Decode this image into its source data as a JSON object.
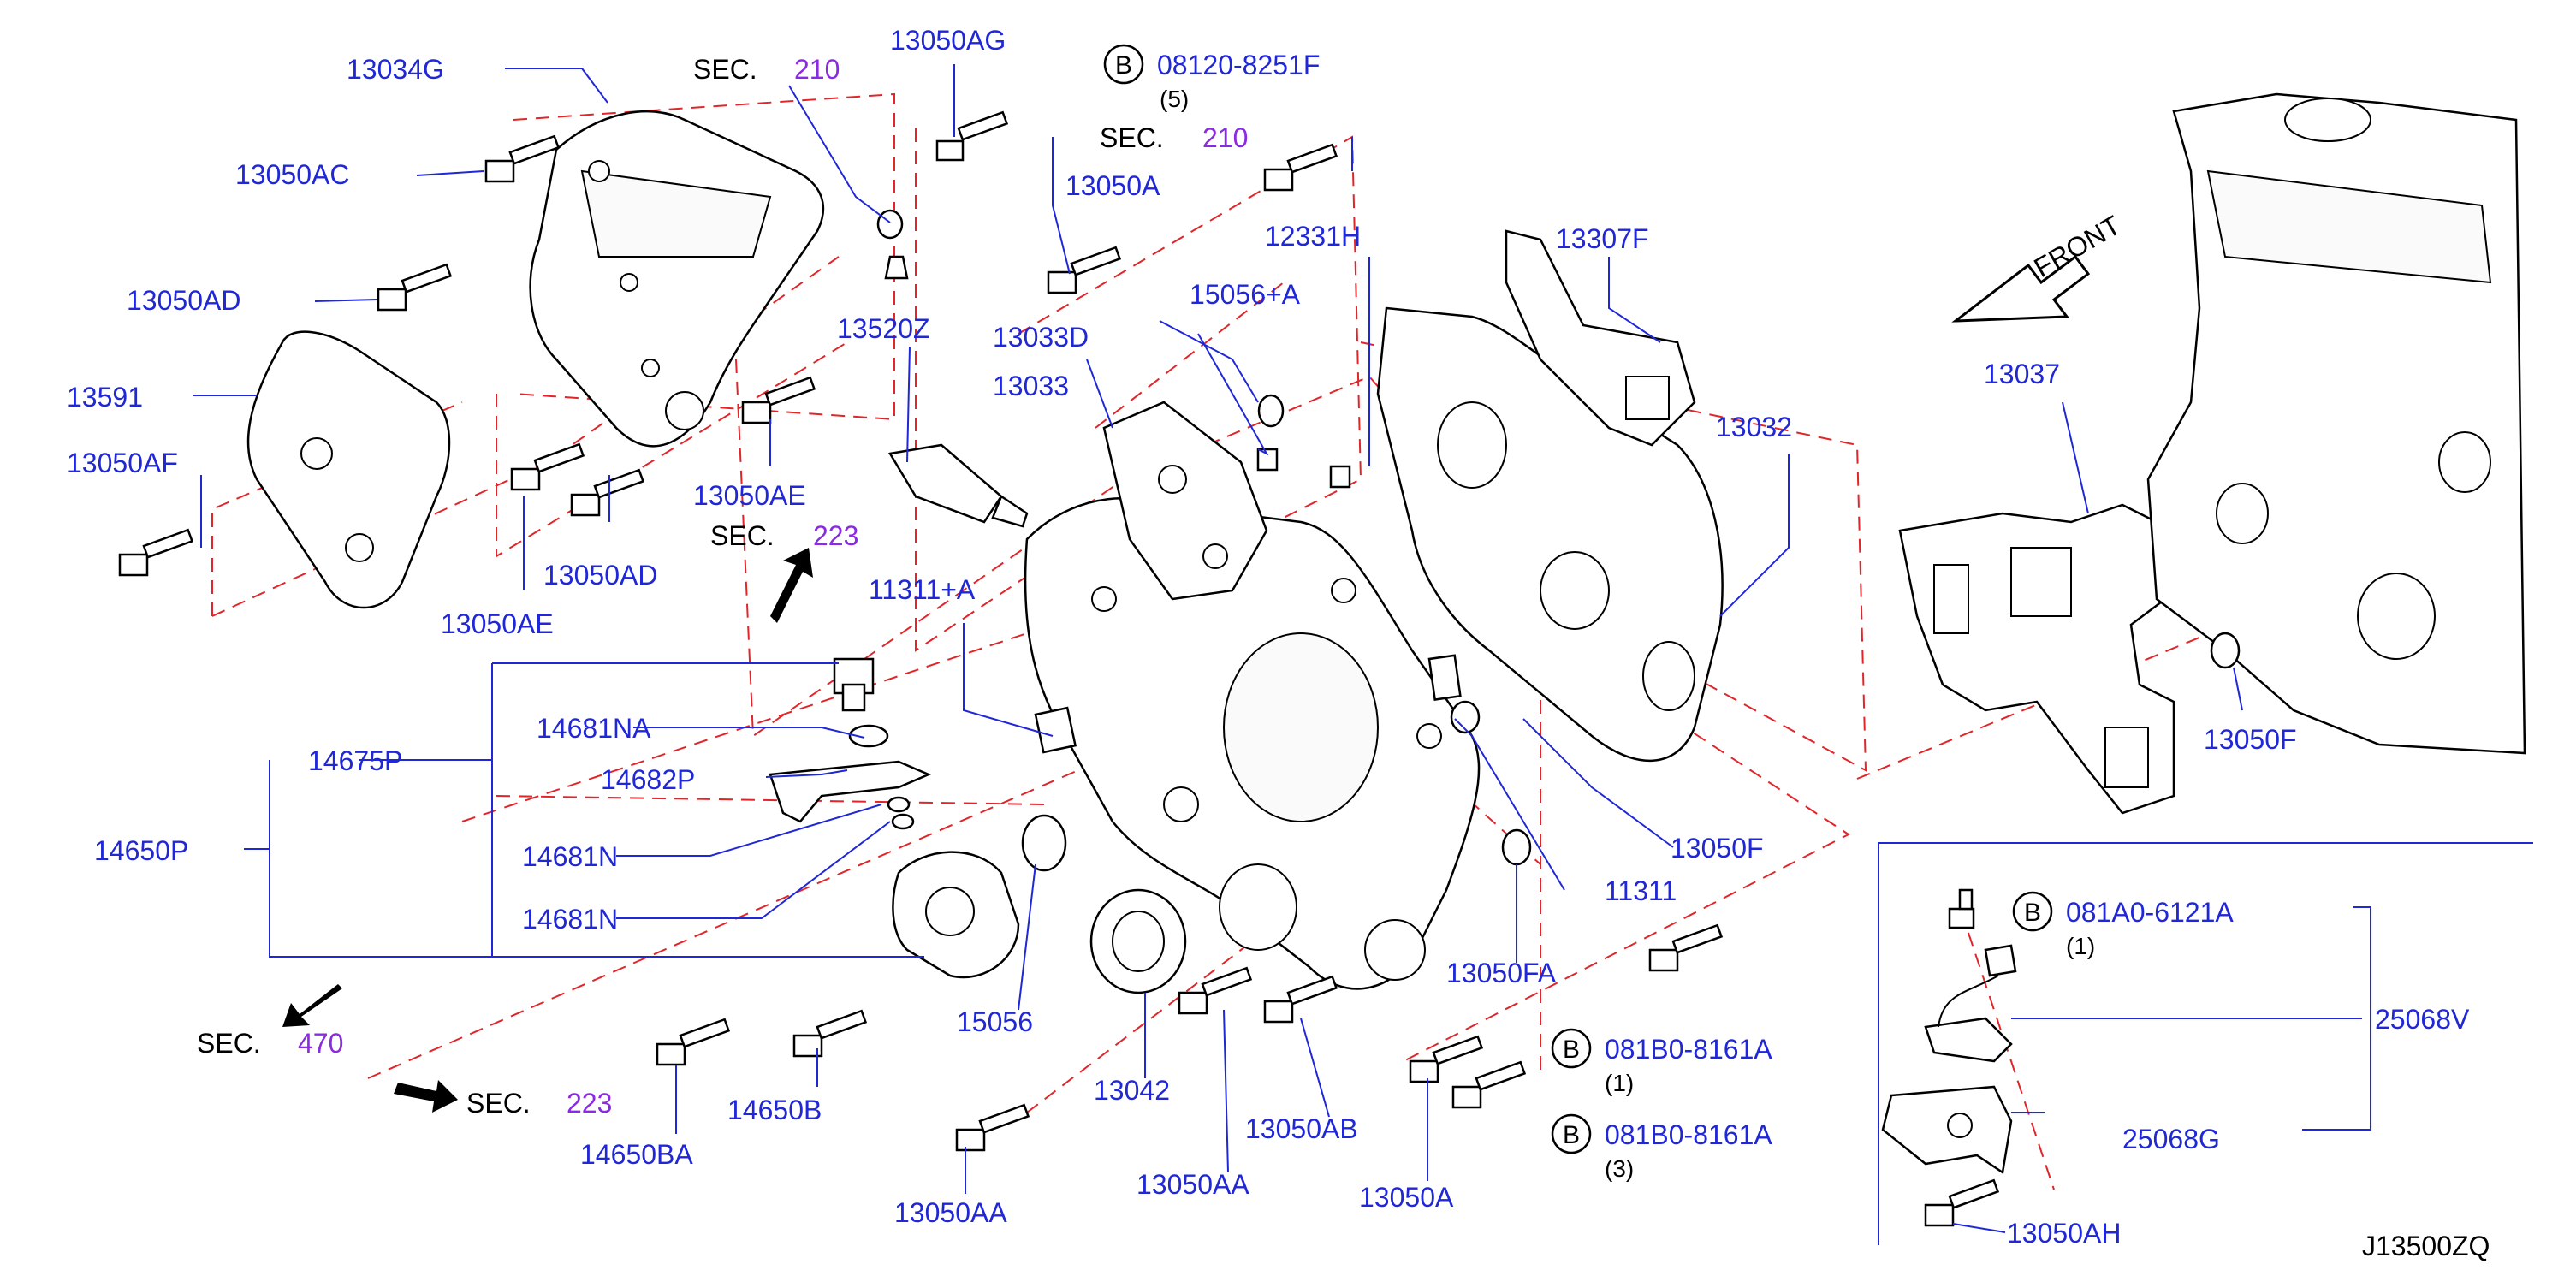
{
  "colors": {
    "part_number": "#1f27d6",
    "section_number": "#8a2be2",
    "phantom_line": "#e0262a",
    "linework": "#000000"
  },
  "diagram_id": "J13500ZQ",
  "front_label": "FRONT",
  "section_refs": [
    {
      "prefix": "SEC.",
      "number": "210"
    },
    {
      "prefix": "SEC.",
      "number": "210"
    },
    {
      "prefix": "SEC.",
      "number": "223"
    },
    {
      "prefix": "SEC.",
      "number": "470"
    },
    {
      "prefix": "SEC.",
      "number": "223"
    }
  ],
  "callouts": [
    {
      "symbol": "B",
      "part": "08120-8251F",
      "qty": "(5)"
    },
    {
      "symbol": "B",
      "part": "081B0-8161A",
      "qty": "(1)"
    },
    {
      "symbol": "B",
      "part": "081B0-8161A",
      "qty": "(3)"
    },
    {
      "symbol": "B",
      "part": "081A0-6121A",
      "qty": "(1)"
    }
  ],
  "parts": [
    "13034G",
    "13050AG",
    "13050AC",
    "13050AD",
    "13591",
    "13050AF",
    "13520Z",
    "13050A",
    "12331H",
    "13307F",
    "15056+A",
    "13033D",
    "13033",
    "13032",
    "13037",
    "13050AE",
    "13050AD",
    "13050AE",
    "11311+A",
    "14681NA",
    "14675P",
    "14682P",
    "14650P",
    "14681N",
    "14681N",
    "13050F",
    "13050F",
    "11311",
    "13050FA",
    "15056",
    "13042",
    "13050AB",
    "14650B",
    "14650BA",
    "13050AA",
    "13050AA",
    "13050A",
    "25068V",
    "25068G",
    "13050AH"
  ]
}
